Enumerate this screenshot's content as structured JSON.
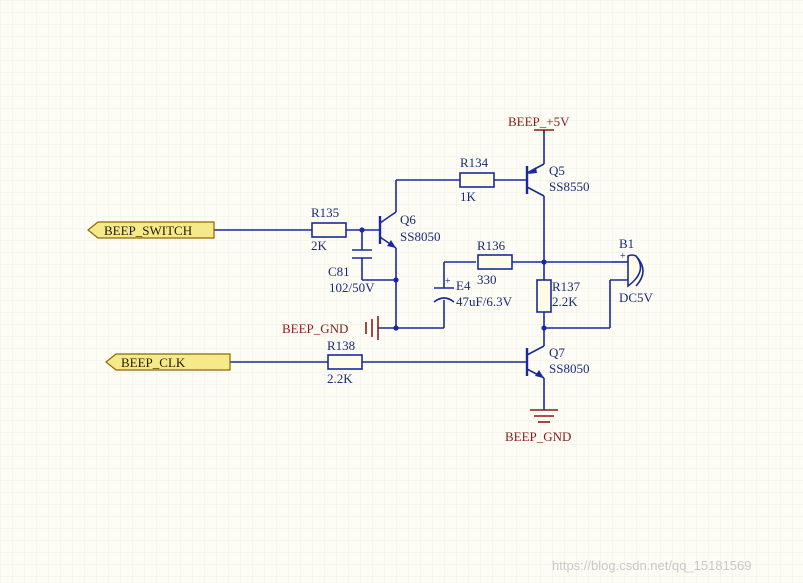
{
  "ports": {
    "beep_switch": "BEEP_SWITCH",
    "beep_clk": "BEEP_CLK"
  },
  "power": {
    "vcc": "BEEP_+5V",
    "gnd_left": "BEEP_GND",
    "gnd_bottom": "BEEP_GND"
  },
  "components": {
    "r134": {
      "ref": "R134",
      "value": "1K"
    },
    "r135": {
      "ref": "R135",
      "value": "2K"
    },
    "r136": {
      "ref": "R136",
      "value": "330"
    },
    "r137": {
      "ref": "R137",
      "value": "2.2K"
    },
    "r138": {
      "ref": "R138",
      "value": "2.2K"
    },
    "q5": {
      "ref": "Q5",
      "value": "SS8550"
    },
    "q6": {
      "ref": "Q6",
      "value": "SS8050"
    },
    "q7": {
      "ref": "Q7",
      "value": "SS8050"
    },
    "c81": {
      "ref": "C81",
      "value": "102/50V"
    },
    "e4": {
      "ref": "E4",
      "value": "47uF/6.3V",
      "polarity": "+"
    },
    "b1": {
      "ref": "B1",
      "value": "DC5V",
      "polarity": "+"
    }
  },
  "watermark": "https://blog.csdn.net/qq_15181569",
  "colors": {
    "wire": "#1a2a9a",
    "power": "#8b1a1a",
    "port_fill": "#f5e98a",
    "grid": "#e8e8d8",
    "background": "#fdfdf6"
  }
}
